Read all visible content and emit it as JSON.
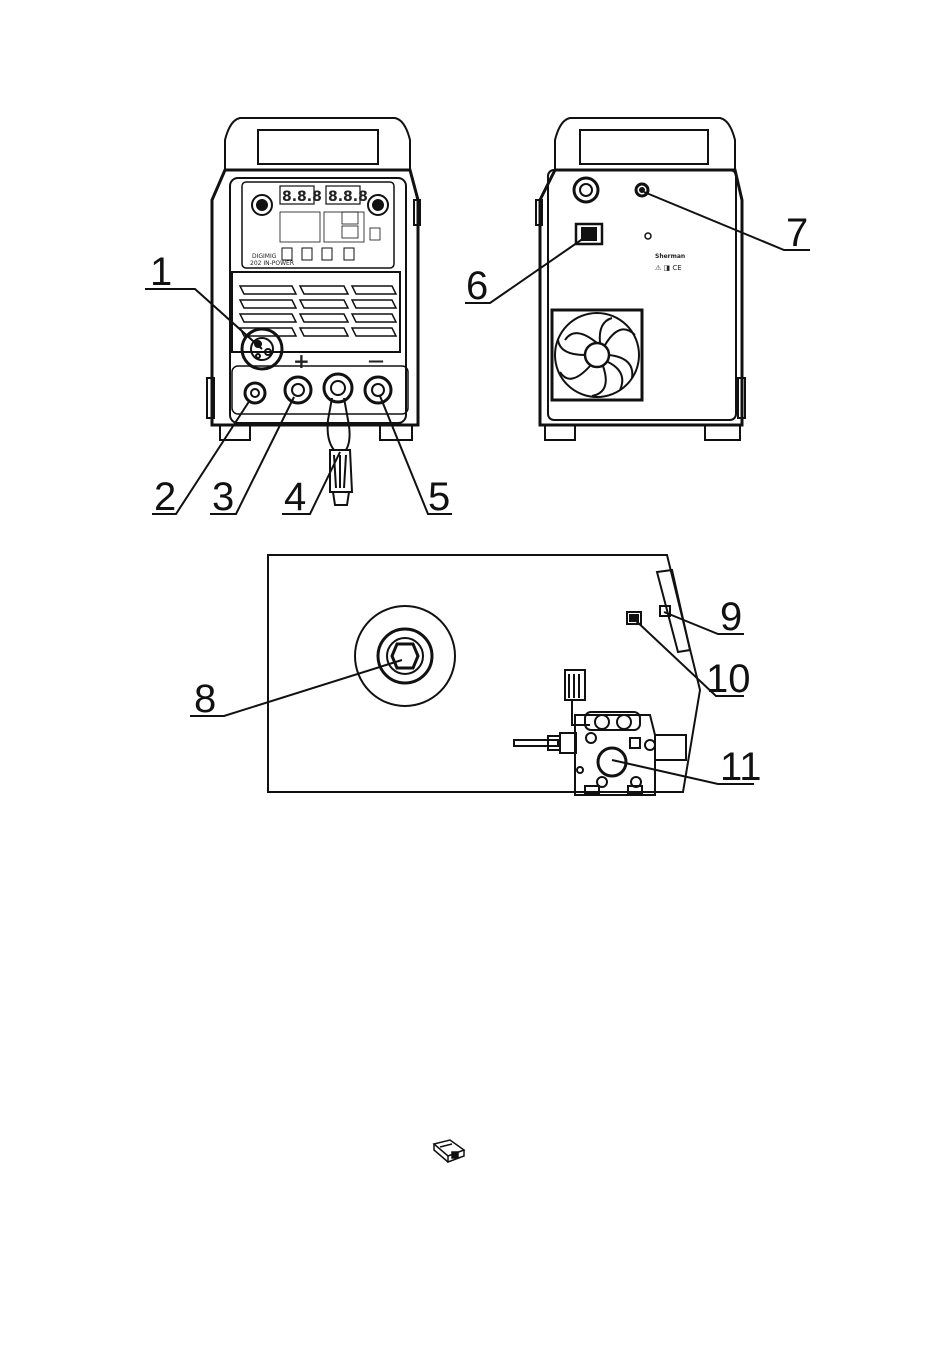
{
  "callouts": {
    "c1": "1",
    "c2": "2",
    "c3": "3",
    "c4": "4",
    "c5": "5",
    "c6": "6",
    "c7": "7",
    "c8": "8",
    "c9": "9",
    "c10": "10",
    "c11": "11"
  },
  "front_panel": {
    "model_line1": "DIGIMIG",
    "model_line2": "202 IN-POWER",
    "display_left": "8.8.8",
    "display_right": "8.8.8",
    "plus_sign": "+",
    "minus_sign": "—"
  },
  "rear_panel": {
    "brand_mark": "Sherman",
    "cert_marks": "⚠ ◨ CE"
  },
  "colors": {
    "line": "#111111",
    "background": "#ffffff"
  }
}
